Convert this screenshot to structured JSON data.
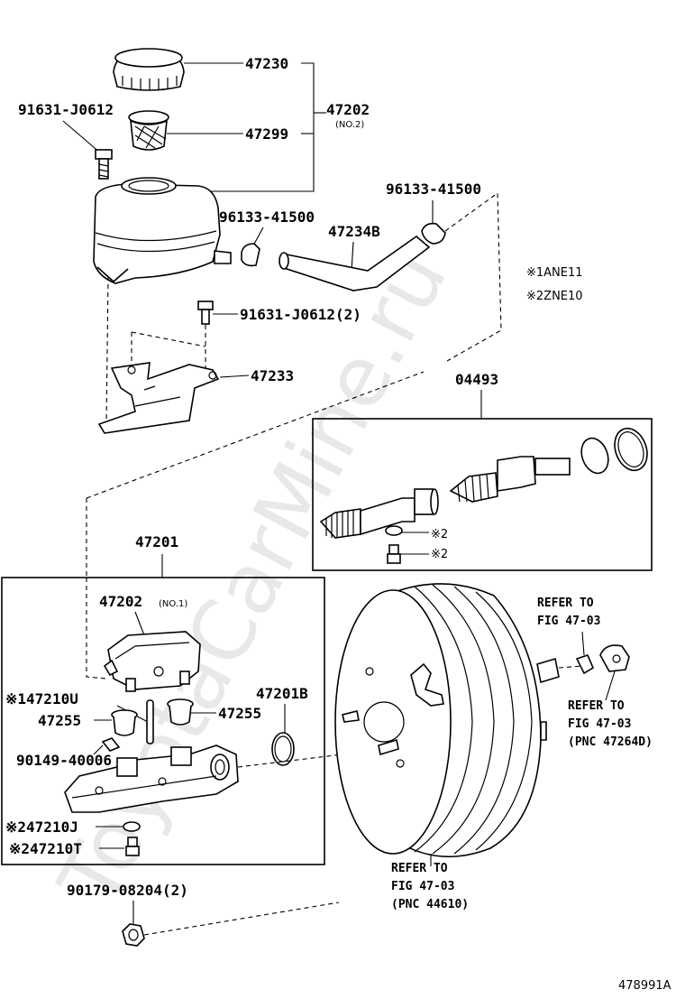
{
  "watermark": "ToyotaCarMine.ru",
  "figure_id": "478991A",
  "notes": {
    "n1": "※1ANE11",
    "n2": "※2ZNE10"
  },
  "labels": {
    "p47230": "47230",
    "p47202_no2": "47202",
    "p47202_no2_sub": "(NO.2)",
    "p91631_a": "91631-J0612",
    "p47299": "47299",
    "p96133_a": "96133-41500",
    "p96133_b": "96133-41500",
    "p47234b": "47234B",
    "p91631_b": "91631-J0612(2)",
    "p47233": "47233",
    "p04493": "04493",
    "kit_mark1": "※2",
    "kit_mark2": "※2",
    "p47201": "47201",
    "p47202_no1": "47202",
    "p47202_no1_sub": "(NO.1)",
    "p47210u": "※147210U",
    "p47201b": "47201B",
    "p47255_a": "47255",
    "p47255_b": "47255",
    "p90149": "90149-40006",
    "p47210j": "※247210J",
    "p47210t": "※247210T",
    "p90179": "90179-08204(2)"
  },
  "refs": {
    "r1": [
      "REFER TO",
      "FIG 47-03"
    ],
    "r2": [
      "REFER TO",
      "FIG 47-03",
      "(PNC 47264D)"
    ],
    "r3": [
      "REFER TO",
      "FIG 47-03",
      "(PNC 44610)"
    ]
  }
}
